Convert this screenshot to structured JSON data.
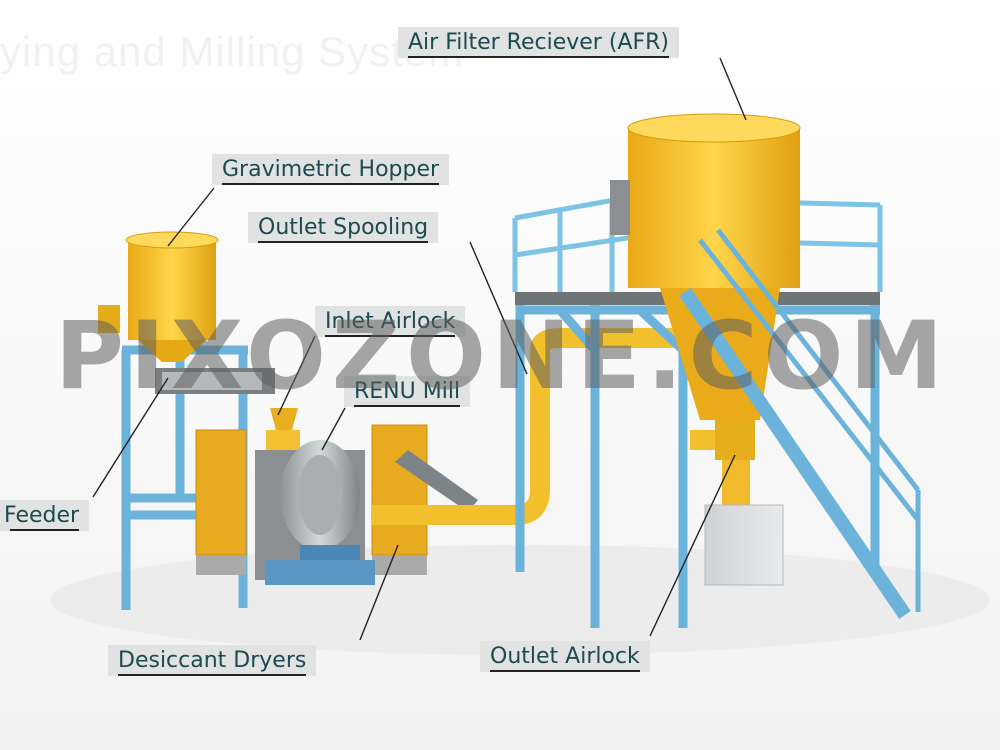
{
  "watermark": "PIXOZONE.COM",
  "background_title": "ying and Milling System",
  "labels": {
    "afr": "Air Filter Reciever (AFR)",
    "gravimetric_hopper": "Gravimetric Hopper",
    "outlet_spooling": "Outlet Spooling",
    "inlet_airlock": "Inlet Airlock",
    "renu_mill": "RENU Mill",
    "feeder": "Feeder",
    "desiccant_dryers": "Desiccant Dryers",
    "outlet_airlock": "Outlet Airlock"
  },
  "colors": {
    "label_bg": "#e1e3e3",
    "label_text": "#1c4a50",
    "frame_blue": "#7cc0e4",
    "equipment_yellow": "#f6c12c",
    "leader_line": "#222222"
  }
}
